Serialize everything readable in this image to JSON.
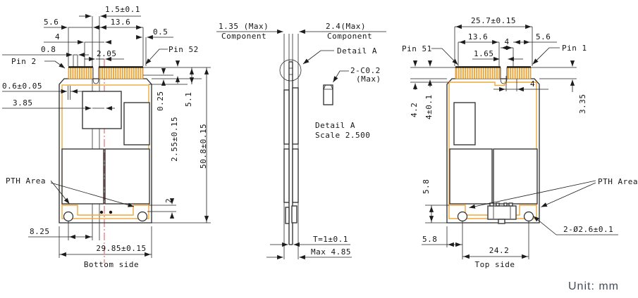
{
  "bottom": {
    "title": "Bottom side",
    "pin2": "Pin 2",
    "pin52": "Pin 52",
    "pth": "PTH Area",
    "d_key": "1.5±0.1",
    "d56": "5.6",
    "d136": "13.6",
    "d4": "4",
    "d08": "0.8",
    "d205": "2.05",
    "d05": "0.5",
    "d06": "0.6±0.05",
    "d385": "3.85",
    "d025": "0.25",
    "d255": "2.55±0.15",
    "d51": "5.1",
    "d508": "50.8±0.15",
    "d2": "2",
    "d825": "8.25",
    "d2985": "29.85±0.15"
  },
  "side": {
    "comp_max_l": "1.35 (Max)",
    "comp_l": "Component",
    "comp_max_r": "2.4(Max)",
    "comp_r": "Component",
    "detail_callout": "Detail A",
    "chamfer": "2-C0.2",
    "chamfer_max": "(Max)",
    "detail_title": "Detail A",
    "detail_scale": "Scale 2.500",
    "thickness": "T=1±0.1",
    "max_height": "Max 4.85"
  },
  "top": {
    "title": "Top side",
    "pin51": "Pin 51",
    "pin1": "Pin 1",
    "pth": "PTH Area",
    "d257": "25.7±0.15",
    "d136": "13.6",
    "d4_gap": "4",
    "d56": "5.6",
    "d165": "1.65",
    "d4_edge": "4",
    "d335": "3.35",
    "d42": "4.2",
    "d401": "4±0.1",
    "d58v": "5.8",
    "d58h": "5.8",
    "d242": "24.2",
    "holes": "2-Ø2.6±0.1"
  },
  "footer": {
    "unit": "Unit: mm"
  },
  "colors": {
    "gold": "#E9A83E",
    "pcb_outline_orange": "#F0A73C",
    "centerline_red": "#E05252",
    "line": "#1C1C1C"
  }
}
